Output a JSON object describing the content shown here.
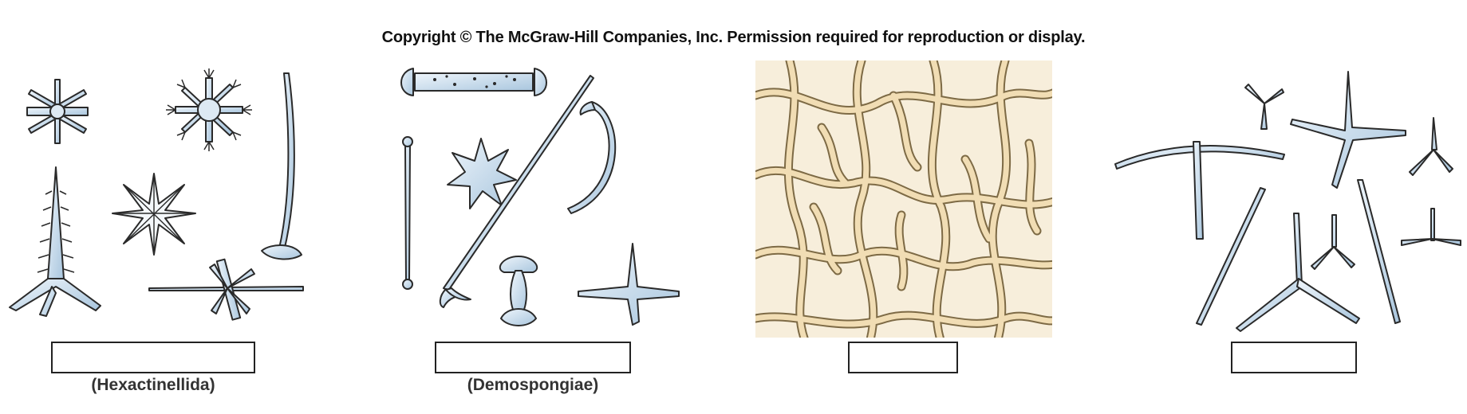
{
  "header": {
    "copyright": "Copyright © The McGraw-Hill Companies, Inc. Permission required for reproduction or display."
  },
  "panels": [
    {
      "caption": "(Hexactinellida)"
    },
    {
      "caption": "(Demospongiae)"
    },
    {
      "caption": ""
    },
    {
      "caption": ""
    }
  ],
  "colors": {
    "spicule_fill": "#cfe0ee",
    "spicule_stroke": "#2a2a2a",
    "spongin_fill": "#f1ddb4",
    "spongin_stroke": "#7d6a45"
  }
}
